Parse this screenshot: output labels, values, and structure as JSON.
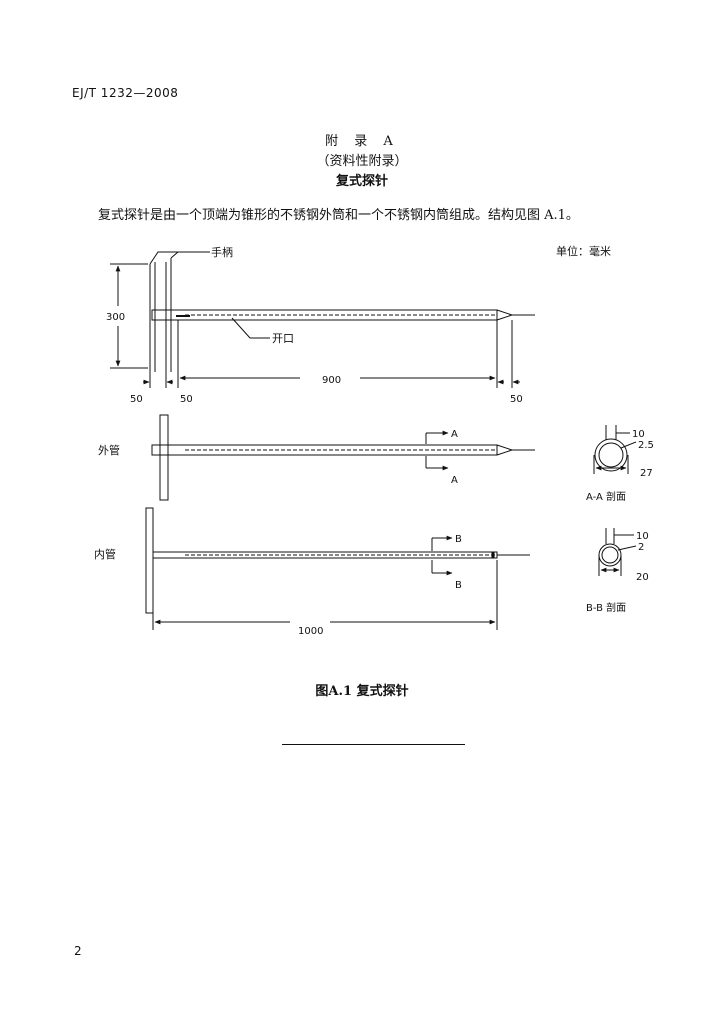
{
  "header": {
    "standard_code": "EJ/T 1232—2008"
  },
  "title": {
    "appendix": "附 录 A",
    "type": "（资料性附录）",
    "name": "复式探针"
  },
  "intro": "复式探针是由一个顶端为锥形的不锈钢外筒和一个不锈钢内筒组成。结构见图 A.1。",
  "unit": "单位：毫米",
  "figure": {
    "labels": {
      "handle": "手柄",
      "opening": "开口",
      "outer_tube": "外管",
      "inner_tube": "内管",
      "section_a": "A",
      "section_b": "B",
      "section_aa": "A-A 剖面",
      "section_bb": "B-B 剖面"
    },
    "dimensions": {
      "handle_height": "300",
      "length_900": "900",
      "d50_left": "50",
      "d50_mid": "50",
      "d50_right": "50",
      "length_1000": "1000",
      "aa_10": "10",
      "aa_2_5": "2.5",
      "aa_27": "27",
      "bb_10": "10",
      "bb_2": "2",
      "bb_20": "20"
    },
    "caption": "图A.1   复式探针"
  },
  "page_number": "2"
}
